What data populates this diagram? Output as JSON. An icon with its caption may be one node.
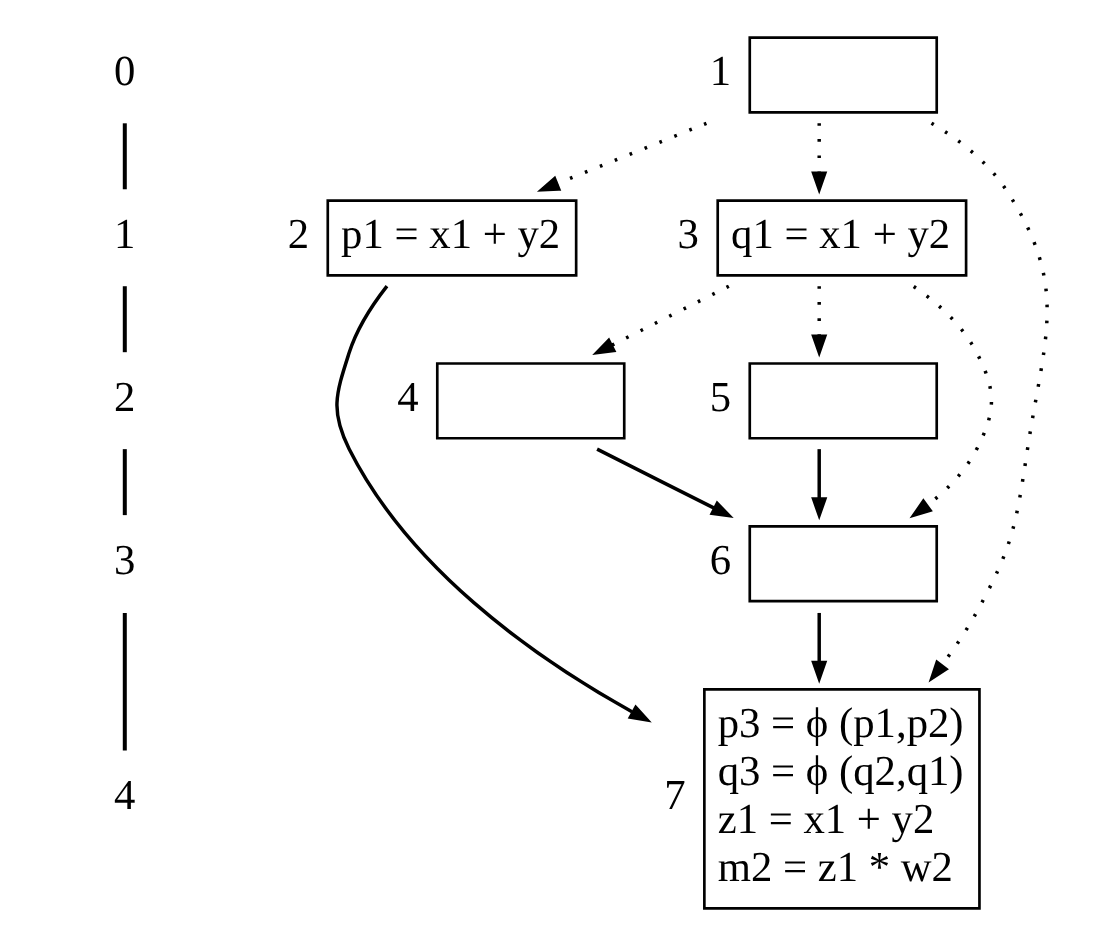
{
  "diagram": {
    "nodes": [
      {
        "text": [],
        "shape": "box",
        "beside": [
          "1"
        ]
      },
      {
        "text": [
          "p1 = x1 + y2"
        ],
        "beside": [
          "2"
        ]
      },
      {
        "text": [
          "q1 = x1 + y2"
        ],
        "beside": [
          "3"
        ]
      },
      {
        "text": [],
        "shape": "box",
        "beside": [
          "4"
        ]
      },
      {
        "text": [],
        "shape": "box",
        "beside": [
          "5"
        ]
      },
      {
        "text": [],
        "shape": "box",
        "beside": [
          "6"
        ]
      },
      {
        "text": [
          "p3 = ϕ (p1,p2)",
          "q3 = ϕ (q2,q1)",
          "z1 = x1 + y2",
          "m2 = z1 * w2"
        ],
        "beside": [
          "7"
        ]
      }
    ],
    "edges": [
      {
        "from": 0,
        "to": 1,
        "arrow": "to",
        "style": "dashed"
      },
      {
        "from": 0,
        "to": 2,
        "arrow": "to",
        "style": "dashed"
      },
      {
        "from": 0,
        "to": 6,
        "arrow": "to",
        "style": "dashed"
      },
      {
        "from": 1,
        "to": 6,
        "arrow": "to"
      },
      {
        "from": 2,
        "to": 3,
        "arrow": "to",
        "style": "dashed"
      },
      {
        "from": 2,
        "to": 4,
        "arrow": "to",
        "style": "dashed"
      },
      {
        "from": 2,
        "to": 5,
        "arrow": "to",
        "style": "dashed"
      },
      {
        "from": 3,
        "to": 5,
        "arrow": "to"
      },
      {
        "from": 4,
        "to": 5,
        "arrow": "to"
      },
      {
        "from": 5,
        "to": 6,
        "arrow": "to"
      }
    ],
    "labels": [
      "0",
      "1",
      "2",
      "3",
      "4"
    ]
  }
}
